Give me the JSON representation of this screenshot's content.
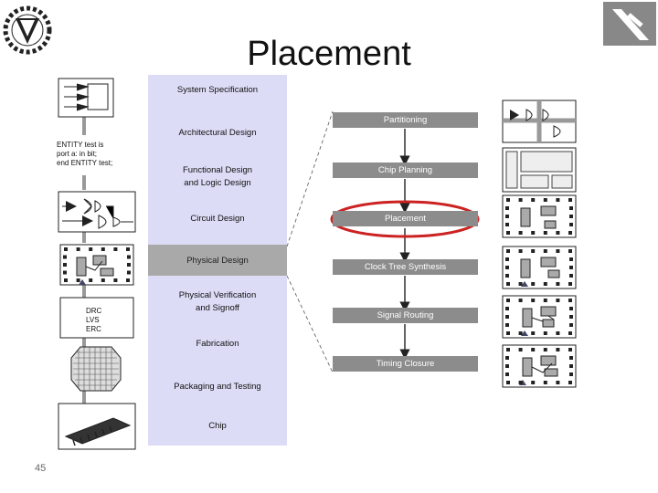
{
  "title": "Placement",
  "page_number": "45",
  "flow": {
    "system_specification": "System Specification",
    "architectural_design": "Architectural Design",
    "functional_design": "Functional Design\nand Logic Design",
    "circuit_design": "Circuit Design",
    "physical_design": "Physical Design",
    "physical_verification": "Physical Verification\nand Signoff",
    "fabrication": "Fabrication",
    "packaging": "Packaging and Testing",
    "chip": "Chip"
  },
  "physical_flow": {
    "partitioning": "Partitioning",
    "chip_planning": "Chip Planning",
    "placement": "Placement",
    "clock_tree": "Clock Tree Synthesis",
    "signal_routing": "Signal Routing",
    "timing_closure": "Timing Closure"
  },
  "vhdl_text": "ENTITY test is\nport a: in bit;\nend ENTITY test;",
  "verification_text": "DRC\nLVS\nERC",
  "colors": {
    "flow_bg": "#dcdcf6",
    "highlight": "#cc2222",
    "side_box": "#8c8c8c"
  }
}
